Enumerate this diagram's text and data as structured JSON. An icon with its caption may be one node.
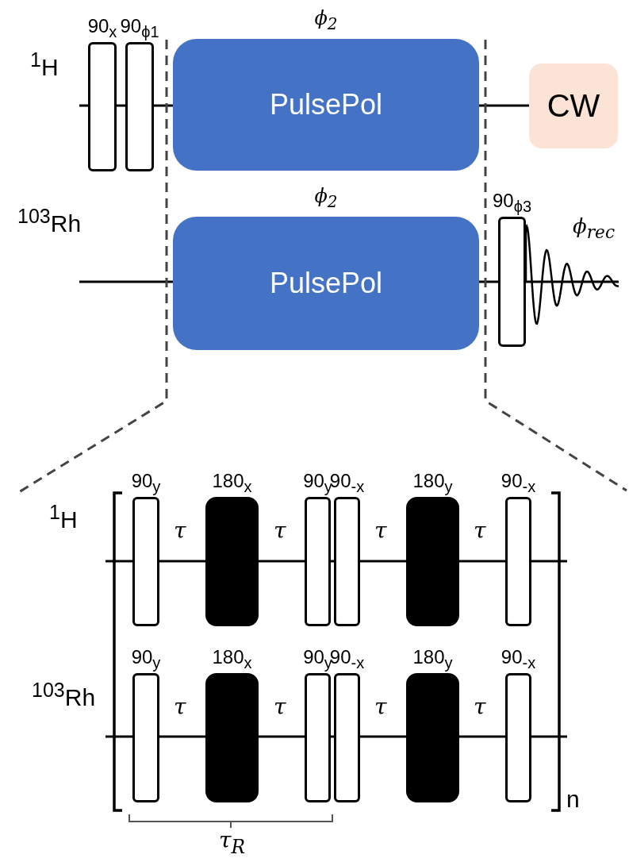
{
  "diagram": {
    "nodes": [
      {
        "text": [
          "90$_{x}$"
        ]
      },
      {
        "text": [
          "90$_{ϕ1}$"
        ]
      },
      {
        "text": [
          "ϕ$_{2}$",
          "PulsePol"
        ]
      },
      {
        "text": [
          "CW"
        ]
      },
      {
        "text": [
          "ϕ$_{2}$",
          "PulsePol"
        ]
      },
      {
        "text": [
          "90$_{ϕ3}$"
        ]
      },
      {
        "text": [
          "90$_{y}$"
        ]
      },
      {
        "text": [
          "180$_{x}$"
        ]
      },
      {
        "text": [
          "90$_{y}$"
        ]
      },
      {
        "text": [
          "90$_{-x}$"
        ]
      },
      {
        "text": [
          "180$_{y}$"
        ]
      },
      {
        "text": [
          "90$_{-x}$"
        ]
      },
      {
        "text": [
          "90$_{y}$"
        ]
      },
      {
        "text": [
          "180$_{x}$"
        ]
      },
      {
        "text": [
          "90$_{y}$"
        ]
      },
      {
        "text": [
          "90$_{-x}$"
        ]
      },
      {
        "text": [
          "180$_{y}$"
        ]
      },
      {
        "text": [
          "90$_{-x}$"
        ]
      }
    ],
    "labels": [
      "$^{1}$H",
      "$^{103}$Rh",
      "ϕ$_{rec}$",
      "$^{1}$H",
      "τ",
      "τ",
      "τ",
      "τ",
      "$^{103}$Rh",
      "τ",
      "τ",
      "τ",
      "τ",
      "τ$_{R}$",
      "n"
    ]
  }
}
